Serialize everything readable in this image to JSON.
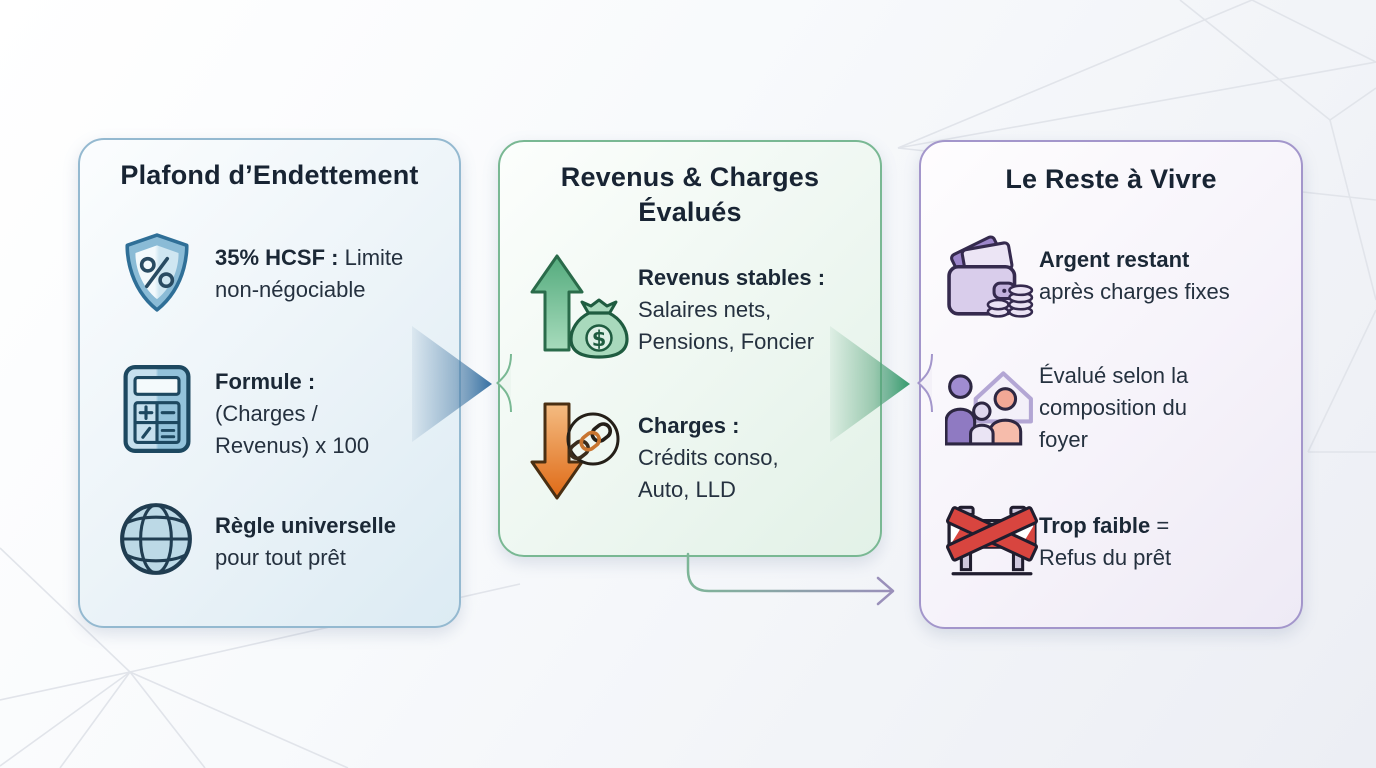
{
  "cards": {
    "plafond": {
      "title": "Plafond d’Endettement",
      "items": {
        "hcsf": {
          "icon": "shield-percent",
          "line1_bold": "35% HCSF :",
          "line1_text": " Limite",
          "line2_text": "non-négociable"
        },
        "formule": {
          "icon": "calculator",
          "line1_bold": "Formule :",
          "line2_text": "(Charges /",
          "line3_text": "Revenus) x 100"
        },
        "regle": {
          "icon": "globe",
          "line1_bold": "Règle universelle",
          "line2_text": "pour tout prêt"
        }
      }
    },
    "revenus_charges": {
      "title_line1": "Revenus & Charges",
      "title_line2": "Évalués",
      "items": {
        "revenus": {
          "icon": "money-bag-arrow-up",
          "line1_bold": "Revenus stables :",
          "line2_text": "Salaires nets,",
          "line3_text": "Pensions, Foncier"
        },
        "charges": {
          "icon": "chain-arrow-down",
          "line1_bold": "Charges :",
          "line2_text": "Crédits conso,",
          "line3_text": "Auto, LLD"
        }
      }
    },
    "reste_a_vivre": {
      "title": "Le Reste à Vivre",
      "items": {
        "argent": {
          "icon": "wallet-coins",
          "line1_bold": "Argent restant",
          "line2_text": "après charges fixes"
        },
        "composition": {
          "icon": "family-home",
          "line1_text": "Évalué selon la",
          "line2_text": "composition du",
          "line3_text": "foyer"
        },
        "refus": {
          "icon": "roadblock",
          "line1_bold": "Trop faible",
          "line1_text": " =",
          "line2_text": "Refus du prêt"
        }
      }
    }
  },
  "icons": {
    "money_bag_symbol": "$"
  },
  "colors": {
    "card_plafond_border": "#94b9d0",
    "card_revenus_border": "#79b893",
    "card_reste_border": "#a396cb",
    "arrow_blue": "#3e76a6",
    "arrow_green": "#3f9e74",
    "connector_purple": "#9a90ba",
    "title_text": "#182433",
    "body_text": "#25313f",
    "charges_orange": "#e2731f",
    "alert_red": "#d8453f"
  }
}
